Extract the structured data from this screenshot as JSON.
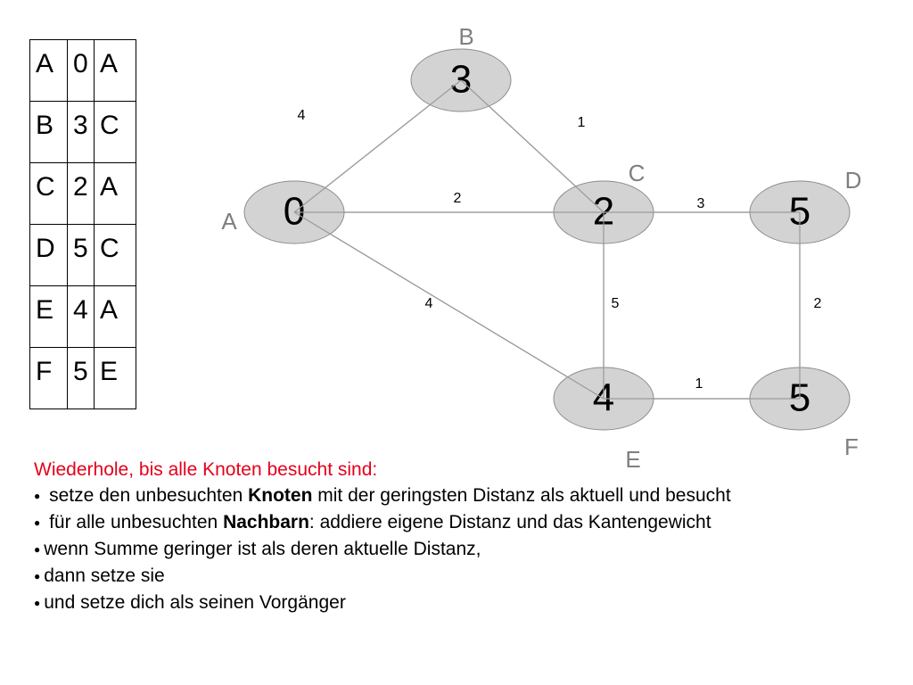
{
  "table": {
    "rows": [
      [
        "A",
        "0",
        "A"
      ],
      [
        "B",
        "3",
        "C"
      ],
      [
        "C",
        "2",
        "A"
      ],
      [
        "D",
        "5",
        "C"
      ],
      [
        "E",
        "4",
        "A"
      ],
      [
        "F",
        "5",
        "E"
      ]
    ]
  },
  "graph": {
    "nodes": [
      {
        "id": "A",
        "label": "A",
        "value": "0"
      },
      {
        "id": "B",
        "label": "B",
        "value": "3"
      },
      {
        "id": "C",
        "label": "C",
        "value": "2"
      },
      {
        "id": "D",
        "label": "D",
        "value": "5"
      },
      {
        "id": "E",
        "label": "E",
        "value": "4"
      },
      {
        "id": "F",
        "label": "F",
        "value": "5"
      }
    ],
    "edges": [
      {
        "from": "A",
        "to": "B",
        "weight": "4"
      },
      {
        "from": "B",
        "to": "C",
        "weight": "1"
      },
      {
        "from": "A",
        "to": "C",
        "weight": "2"
      },
      {
        "from": "C",
        "to": "D",
        "weight": "3"
      },
      {
        "from": "A",
        "to": "E",
        "weight": "4"
      },
      {
        "from": "C",
        "to": "E",
        "weight": "5"
      },
      {
        "from": "D",
        "to": "F",
        "weight": "2"
      },
      {
        "from": "E",
        "to": "F",
        "weight": "1"
      }
    ],
    "colors": {
      "node_fill": "#d3d3d3",
      "node_stroke": "#8c8c8c",
      "edge": "#9a9a9a",
      "label": "#7f7f7f"
    }
  },
  "instructions": {
    "heading": "Wiederhole, bis alle Knoten besucht sind:",
    "heading_color": "#e4001b",
    "bullet_symbol": "●",
    "steps": [
      {
        "before": " setze den unbesuchten ",
        "bold": "Knoten",
        "after": " mit der geringsten Distanz als aktuell und besucht"
      },
      {
        "before": " für alle unbesuchten ",
        "bold": "Nachbarn",
        "after": ": addiere eigene Distanz und das Kantengewicht"
      },
      {
        "before": "wenn Summe geringer ist als deren aktuelle Distanz,",
        "bold": "",
        "after": ""
      },
      {
        "before": "dann setze sie",
        "bold": "",
        "after": ""
      },
      {
        "before": "und setze dich als seinen Vorgänger",
        "bold": "",
        "after": ""
      }
    ]
  }
}
